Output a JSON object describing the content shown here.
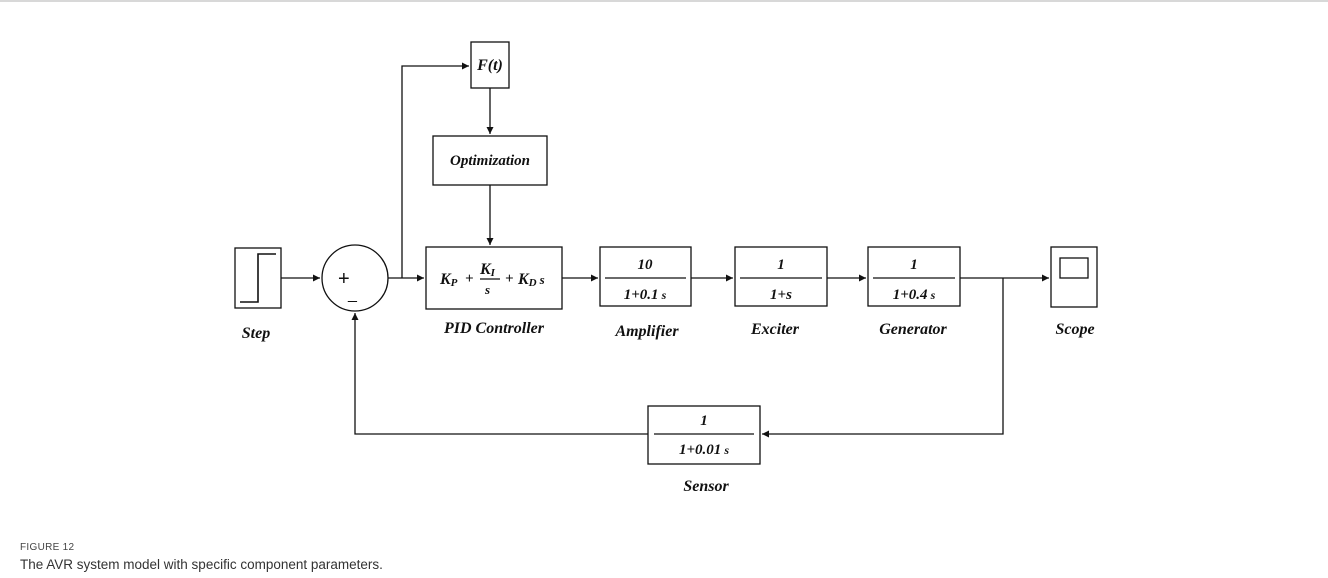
{
  "colors": {
    "line": "#111111",
    "caption_label": "#444444",
    "caption_text": "#333333"
  },
  "blocks": {
    "step": {
      "label": "Step"
    },
    "sum": {
      "plus": "+",
      "minus": "_"
    },
    "ft": {
      "text": "F(t)"
    },
    "optimization": {
      "text": "Optimization"
    },
    "pid": {
      "kp": "K",
      "kp_sub": "P",
      "plus1": "+",
      "ki": "K",
      "ki_sub": "I",
      "ki_den": "s",
      "plus2": "+",
      "kd": "K",
      "kd_sub": "D",
      "kd_s": "s",
      "label": "PID Controller"
    },
    "amplifier": {
      "num": "10",
      "den": "1+0.1",
      "den_s": "s",
      "label": "Amplifier"
    },
    "exciter": {
      "num": "1",
      "den": "1+s",
      "label": "Exciter"
    },
    "generator": {
      "num": "1",
      "den": "1+0.4",
      "den_s": "s",
      "label": "Generator"
    },
    "scope": {
      "label": "Scope"
    },
    "sensor": {
      "num": "1",
      "den": "1+0.01",
      "den_s": "s",
      "label": "Sensor"
    }
  },
  "caption": {
    "label": "FIGURE 12",
    "text": "The AVR system model with specific component parameters."
  }
}
